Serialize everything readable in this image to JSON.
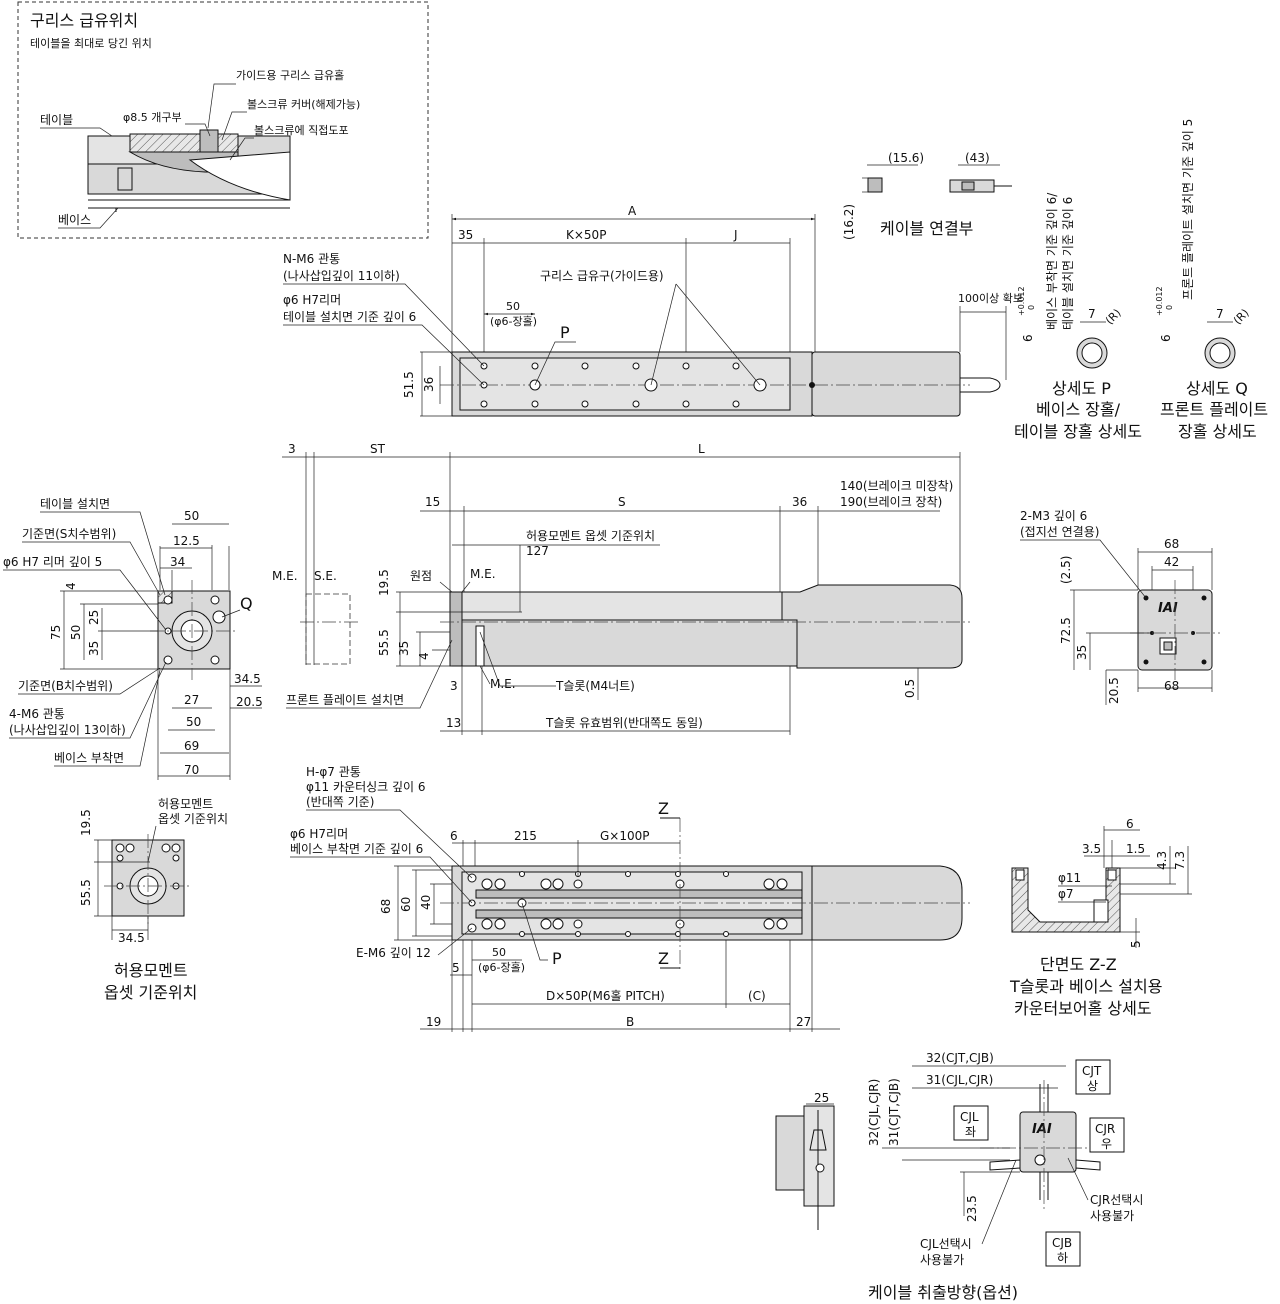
{
  "grease_inset": {
    "title": "구리스 급유위치",
    "subtitle": "테이블을 최대로 당긴 위치",
    "labels": [
      "가이드용 구리스 급유홀",
      "φ8.5 개구부",
      "볼스크류 커버(해제가능)",
      "볼스크류에 직접도포",
      "테이블",
      "베이스"
    ]
  },
  "top_view": {
    "dims": [
      "A",
      "35",
      "K×50P",
      "J",
      "51.5",
      "36"
    ],
    "notes": [
      "N-M6 관통",
      "(나사삽입깊이 11이하)",
      "φ6 H7리머",
      "테이블 설치면 기준 깊이 6",
      "50",
      "(φ6-장홀)",
      "P",
      "구리스 급유구(가이드용)",
      "100이상 확보"
    ]
  },
  "cable_connector": {
    "dims": [
      "(15.6)",
      "(43)",
      "(16.2)"
    ],
    "caption": "케이블 연결부"
  },
  "detail_p": {
    "vertical_note": [
      "베이스 부착면 기준 깊이 6/",
      "테이블 설치면 기준 깊이 6"
    ],
    "dims": [
      "7",
      "(R)",
      "6",
      "+0.012",
      "0"
    ],
    "caption": [
      "상세도 P",
      "베이스 장홀/",
      "테이블 장홀 상세도"
    ]
  },
  "detail_q": {
    "vertical_note": [
      "프론트 플레이트 설치면 기준 깊이 5"
    ],
    "dims": [
      "7",
      "(R)",
      "6",
      "+0.012",
      "0"
    ],
    "caption": [
      "상세도 Q",
      "프론트 플레이트",
      "장홀 상세도"
    ]
  },
  "end_view": {
    "labels": [
      "테이블 설치면",
      "기준면(S치수범위)",
      "φ6 H7 리머 깊이 5",
      "Q",
      "기준면(B치수범위)",
      "4-M6 관통",
      "(나사삽입깊이 13이하)",
      "베이스 부착면"
    ],
    "dims": [
      "50",
      "12.5",
      "34",
      "4",
      "75",
      "50",
      "25",
      "35",
      "34.5",
      "27",
      "20.5",
      "50",
      "69",
      "70"
    ]
  },
  "side_view": {
    "dims": [
      "3",
      "ST",
      "L",
      "15",
      "S",
      "36",
      "140(브레이크 미장착)",
      "190(브레이크 장착)",
      "127",
      "19.5",
      "55.5",
      "35",
      "4",
      "3",
      "13",
      "0.5"
    ],
    "labels": [
      "M.E.",
      "S.E.",
      "허용모멘트 옵셋 기준위치",
      "원점",
      "M.E.",
      "M.E.",
      "T슬롯(M4너트)",
      "프론트 플레이트 설치면",
      "T슬롯 유효범위(반대쪽도 동일)"
    ]
  },
  "rear_view": {
    "labels": [
      "2-M3 깊이 6",
      "(접지선 연결용)",
      "IAI"
    ],
    "dims": [
      "68",
      "42",
      "(2.5)",
      "72.5",
      "35",
      "20.5",
      "68"
    ]
  },
  "moment_view": {
    "labels": [
      "허용모멘트",
      "옵셋 기준위치"
    ],
    "dims": [
      "19.5",
      "55.5",
      "34.5"
    ],
    "caption": [
      "허용모멘트",
      "옵셋 기준위치"
    ]
  },
  "bottom_view": {
    "notes": [
      "H-φ7 관통",
      "φ11 카운터싱크 깊이 6",
      "(반대쪽 기준)",
      "φ6 H7리머",
      "베이스 부착면 기준 깊이 6",
      "E-M6 깊이 12",
      "50",
      "(φ6-장홀)",
      "P",
      "Z",
      "Z"
    ],
    "dims": [
      "6",
      "215",
      "G×100P",
      "68",
      "60",
      "40",
      "5",
      "D×50P(M6홀 PITCH)",
      "(C)",
      "19",
      "B",
      "27"
    ]
  },
  "section_zz": {
    "dims": [
      "6",
      "3.5",
      "1.5",
      "4.3",
      "7.3",
      "φ11",
      "φ7",
      "5"
    ],
    "caption": [
      "단면도 Z-Z",
      "T슬롯과 베이스 설치용",
      "카운터보어홀 상세도"
    ]
  },
  "cable_exit": {
    "dims": [
      "25",
      "32(CJT,CJB)",
      "31(CJL,CJR)",
      "32(CJL,CJR)",
      "31(CJT,CJB)",
      "23.5"
    ],
    "boxes": [
      [
        "CJT",
        "상"
      ],
      [
        "CJL",
        "좌"
      ],
      [
        "CJR",
        "우"
      ],
      [
        "CJB",
        "하"
      ]
    ],
    "notes": [
      "CJR선택시",
      "사용불가",
      "CJL선택시",
      "사용불가"
    ],
    "caption": "케이블 취출방향(옵션)",
    "logo": "IAI"
  }
}
